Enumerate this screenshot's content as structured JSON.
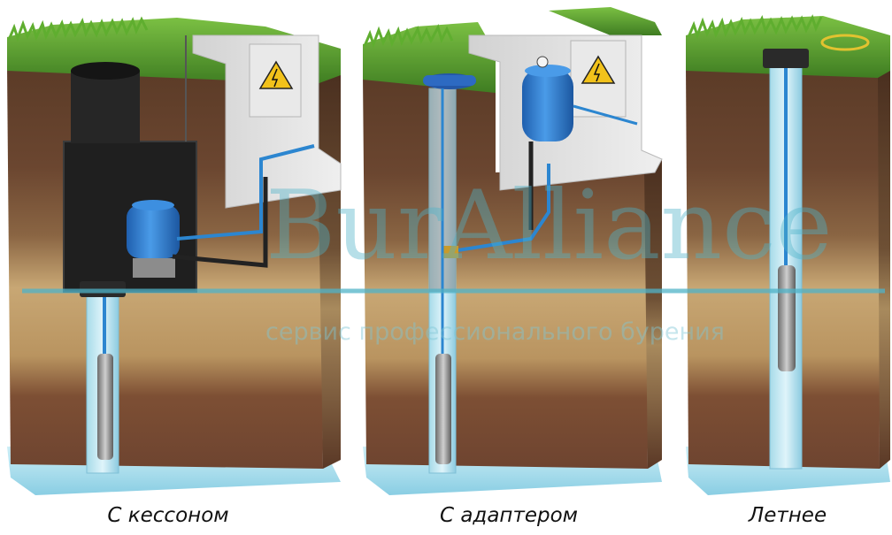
{
  "watermark": {
    "brand": "BurAlliance",
    "tagline": "сервис профессионального бурения"
  },
  "captions": [
    {
      "label": "С кессоном"
    },
    {
      "label": "С адаптером"
    },
    {
      "label": "Летнее"
    }
  ],
  "colors": {
    "grass": "#4f9a2c",
    "soil_dark": "#5a3a26",
    "soil_sand": "#c9a873",
    "water": "#9fd6e8",
    "pipe_blue": "#2c86d0",
    "tank_blue": "#2f7fd6",
    "concrete": "#e3e3e3",
    "caisson": "#1e1e1e",
    "watermark": "#4fb3c8"
  },
  "icons": [
    "electric-hazard-icon"
  ]
}
